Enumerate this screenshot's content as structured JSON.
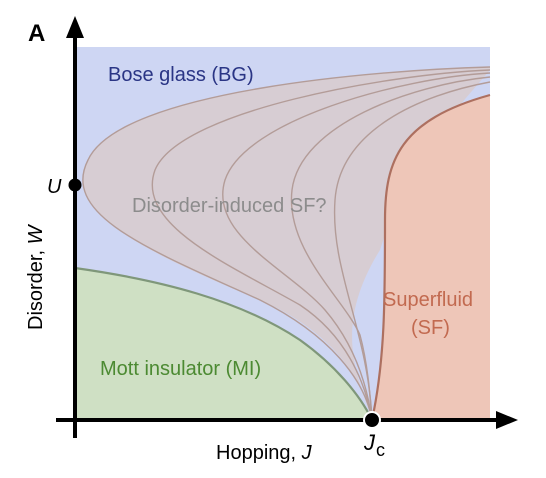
{
  "figure": {
    "panel_label": "A",
    "x_axis_label": "Hopping, ",
    "x_axis_symbol": "J",
    "y_axis_label": "Disorder, ",
    "y_axis_symbol": "W",
    "y_marker_label": "U",
    "x_marker_label": "J",
    "x_marker_subscript": "c"
  },
  "regions": {
    "bose_glass": "Bose glass (BG)",
    "disorder_induced_sf": "Disorder-induced SF?",
    "superfluid_line1": "Superfluid",
    "superfluid_line2": "(SF)",
    "mott_insulator": "Mott insulator (MI)"
  },
  "colors": {
    "bose_glass_fill": "#ced6f3",
    "bose_glass_text": "#2a3585",
    "disorder_fill": "#d8cccf",
    "disorder_line": "#b39c98",
    "disorder_text": "#8c8c8c",
    "superfluid_fill": "#eec6b8",
    "superfluid_line": "#ad7060",
    "superfluid_text": "#c26a50",
    "mott_fill": "#cfe0c4",
    "mott_line": "#7f977a",
    "mott_text": "#4c8a32",
    "axis": "#000000"
  }
}
